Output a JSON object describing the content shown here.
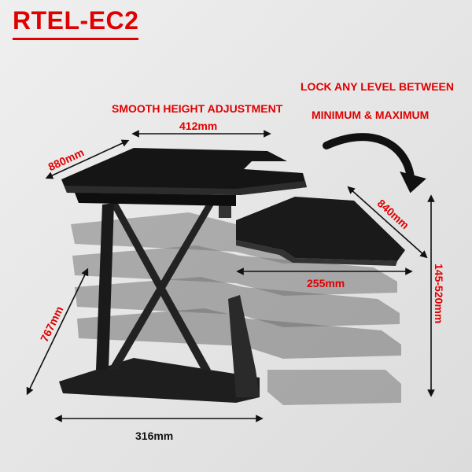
{
  "model": "RTEL-EC2",
  "features": {
    "smooth_height": "SMOOTH HEIGHT ADJUSTMENT",
    "lock_line1": "LOCK ANY LEVEL BETWEEN",
    "lock_line2": "MINIMUM & MAXIMUM"
  },
  "dimensions": {
    "top_depth": "412mm",
    "top_width": "880mm",
    "keyboard_width": "840mm",
    "keyboard_depth": "255mm",
    "height_range": "145-520mm",
    "base_diagonal": "767mm",
    "base_depth": "316mm"
  },
  "colors": {
    "accent": "#e00000",
    "desk": "#1c1c1c",
    "ghost": "#6a6a6a"
  }
}
